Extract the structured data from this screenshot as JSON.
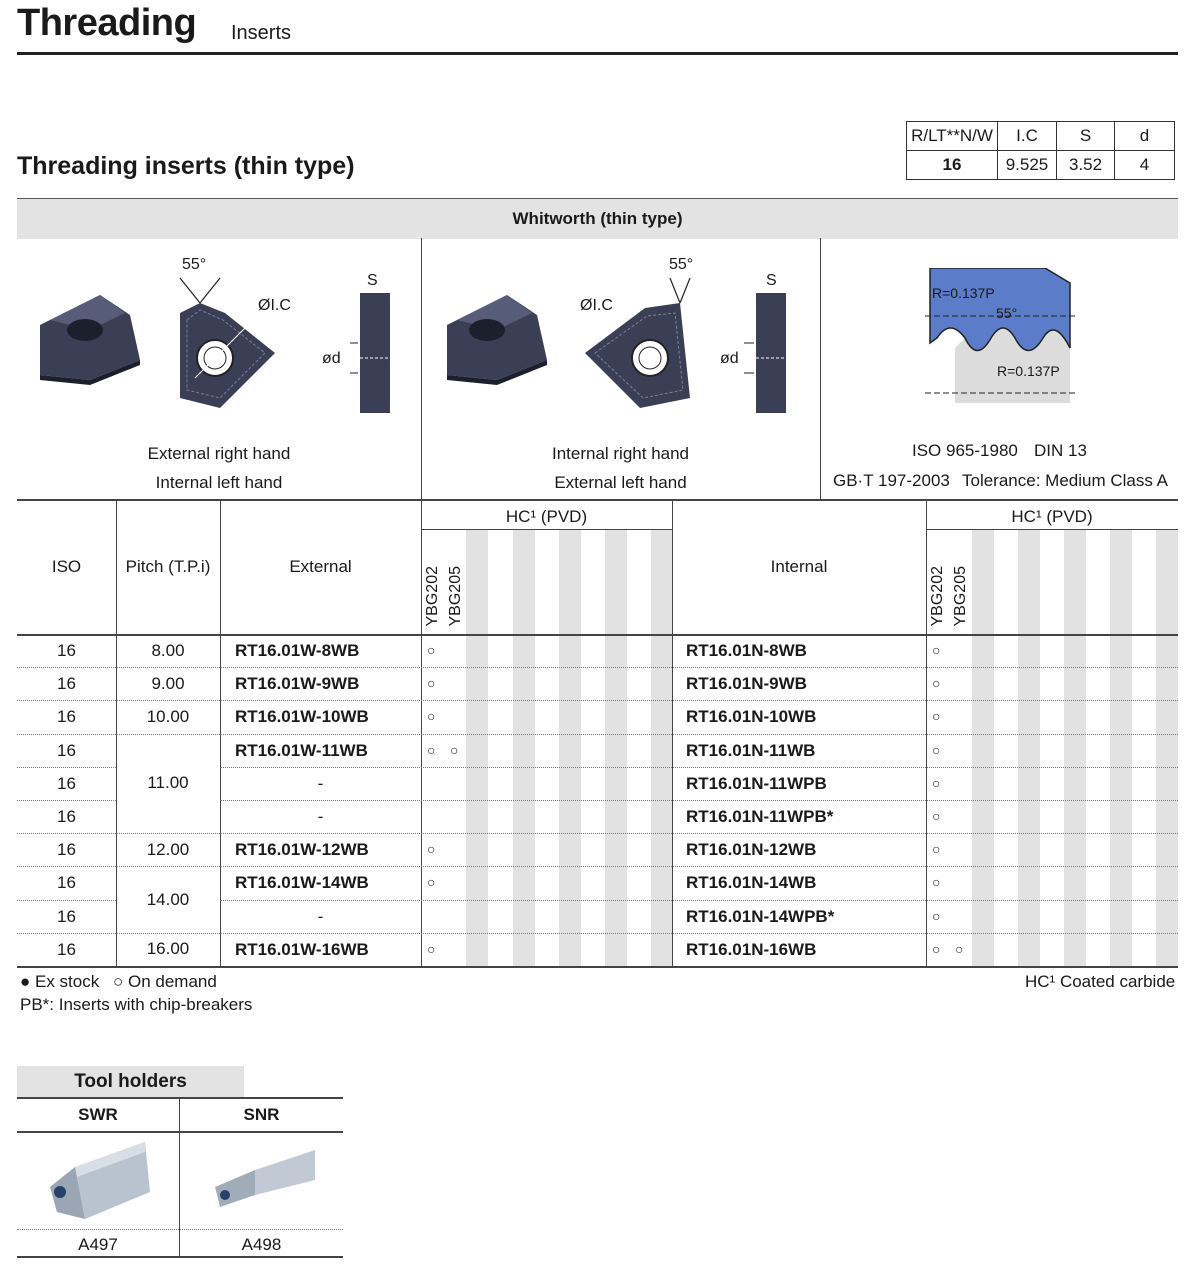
{
  "header": {
    "title": "Threading",
    "subtitle": "Inserts"
  },
  "section_title": "Threading inserts (thin type)",
  "spec_table": {
    "headers": [
      "R/LT**N/W",
      "I.C",
      "S",
      "d"
    ],
    "values": [
      "16",
      "9.525",
      "3.52",
      "4"
    ]
  },
  "band_title": "Whitworth (thin type)",
  "diagram_labels": {
    "angle": "55°",
    "ic": "ØI.C",
    "s": "S",
    "d": "ød"
  },
  "profile_labels": {
    "r_top": "R=0.137P",
    "angle": "55°",
    "r_bottom": "R=0.137P"
  },
  "panels": {
    "ext_line1": "External right hand",
    "ext_line2": "Internal left hand",
    "int_line1": "Internal right hand",
    "int_line2": "External left hand",
    "std_line1_a": "ISO 965-1980",
    "std_line1_b": "DIN 13",
    "std_line2_a": "GB·T 197-2003",
    "std_line2_b": "Tolerance: Medium Class A"
  },
  "table_headers": {
    "iso": "ISO",
    "pitch": "Pitch (T.P.i)",
    "external": "External",
    "internal": "Internal",
    "hc_group": "HC¹ (PVD)",
    "grade1": "YBG202",
    "grade2": "YBG205"
  },
  "rows": [
    {
      "iso": "16",
      "external": "RT16.01W-8WB",
      "internal": "RT16.01N-8WB"
    },
    {
      "iso": "16",
      "external": "RT16.01W-9WB",
      "internal": "RT16.01N-9WB"
    },
    {
      "iso": "16",
      "external": "RT16.01W-10WB",
      "internal": "RT16.01N-10WB"
    },
    {
      "iso": "16",
      "external": "RT16.01W-11WB",
      "internal": "RT16.01N-11WB"
    },
    {
      "iso": "16",
      "external": "-",
      "internal": "RT16.01N-11WPB"
    },
    {
      "iso": "16",
      "external": "-",
      "internal": "RT16.01N-11WPB*"
    },
    {
      "iso": "16",
      "external": "RT16.01W-12WB",
      "internal": "RT16.01N-12WB"
    },
    {
      "iso": "16",
      "external": "RT16.01W-14WB",
      "internal": "RT16.01N-14WB"
    },
    {
      "iso": "16",
      "external": "-",
      "internal": "RT16.01N-14WPB*"
    },
    {
      "iso": "16",
      "external": "RT16.01W-16WB",
      "internal": "RT16.01N-16WB"
    }
  ],
  "pitches": [
    "8.00",
    "9.00",
    "10.00",
    "11.00",
    "12.00",
    "14.00",
    "16.00"
  ],
  "mark_symbol": "○",
  "legend": {
    "ex_stock": "● Ex stock",
    "on_demand": "○ On demand",
    "pb_note": "PB*: Inserts with chip-breakers",
    "hc_note": "HC¹ Coated carbide"
  },
  "tool_holders": {
    "title": "Tool holders",
    "items": [
      {
        "name": "SWR",
        "page": "A497"
      },
      {
        "name": "SNR",
        "page": "A498"
      }
    ]
  }
}
